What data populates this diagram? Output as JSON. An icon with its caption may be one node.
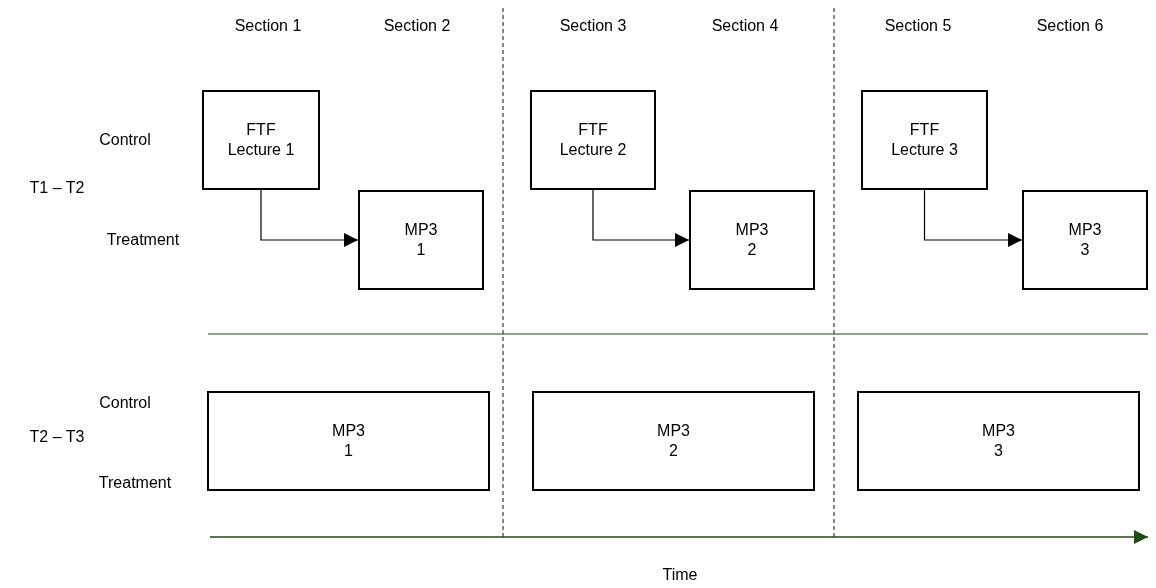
{
  "diagram": {
    "nodes": [
      {
        "text": [
          "FTF Lecture 1"
        ]
      },
      {
        "text": [
          "MP3 1"
        ]
      },
      {
        "text": [
          "FTF Lecture 2"
        ]
      },
      {
        "text": [
          "MP3 2"
        ]
      },
      {
        "text": [
          "FTF Lecture 3"
        ]
      },
      {
        "text": [
          "MP3 3"
        ]
      },
      {
        "text": [
          "MP3 1"
        ]
      },
      {
        "text": [
          "MP3 2"
        ]
      },
      {
        "text": [
          "MP3 3"
        ]
      }
    ],
    "edges": [
      {
        "from": 0,
        "to": 1,
        "arrow": "to"
      },
      {
        "from": 2,
        "to": 3,
        "arrow": "to"
      },
      {
        "from": 4,
        "to": 5,
        "arrow": "to"
      }
    ],
    "labels": [
      "Section 1",
      "Section 2",
      "Section 3",
      "Section 4",
      "Section 5",
      "Section 6",
      "Control",
      "T1 – T2",
      "Treatment",
      "Control",
      "T2 – T3",
      "Treatment",
      "Time"
    ]
  }
}
